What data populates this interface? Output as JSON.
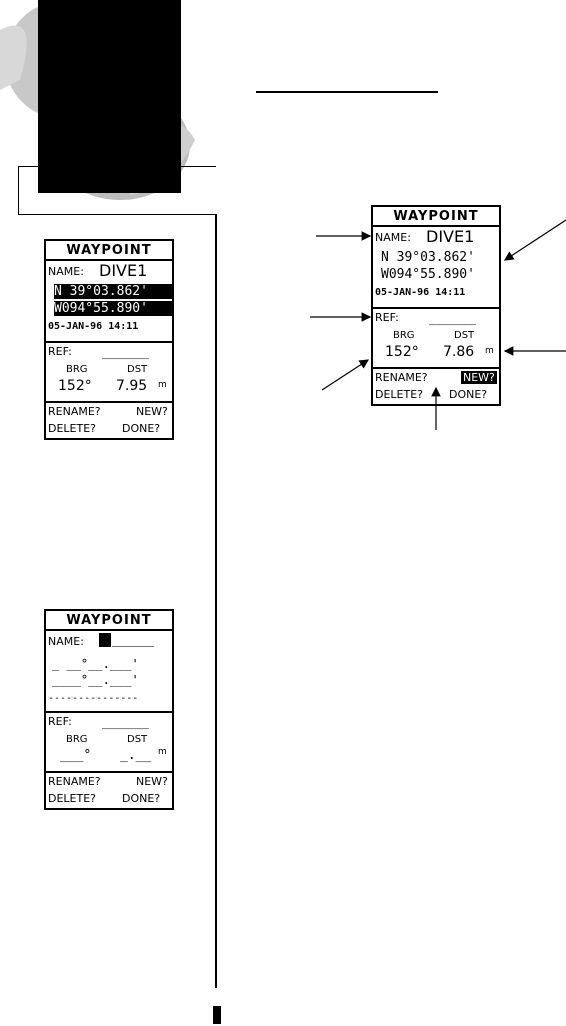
{
  "screen_title": "WAYPOINT",
  "name_label": "NAME:",
  "ref_label": "REF:",
  "ref_blank": "______",
  "brg_label": "BRG",
  "dst_label": "DST",
  "menu": {
    "rename": "RENAME?",
    "new": "NEW?",
    "delete": "DELETE?",
    "done": "DONE?"
  },
  "screen1": {
    "name": "DIVE1",
    "lat": "N 39°03.862'",
    "lon": "W094°55.890'",
    "datetime": "05-JAN-96 14:11",
    "brg": "152°",
    "dst": "7.95",
    "dst_unit": "m"
  },
  "screen2": {
    "name": "DIVE1",
    "lat": "N 39°03.862'",
    "lon": "W094°55.890'",
    "datetime": "05-JAN-96 14:11",
    "brg": "152°",
    "dst": "7.86",
    "dst_unit": "m"
  },
  "screen3": {
    "name_blank": "_____",
    "lat": "_ __°__.___'",
    "lon": "____°__.___'",
    "datetime": "---------------",
    "brg": "___°",
    "dst": "_.__",
    "dst_unit": "m"
  }
}
